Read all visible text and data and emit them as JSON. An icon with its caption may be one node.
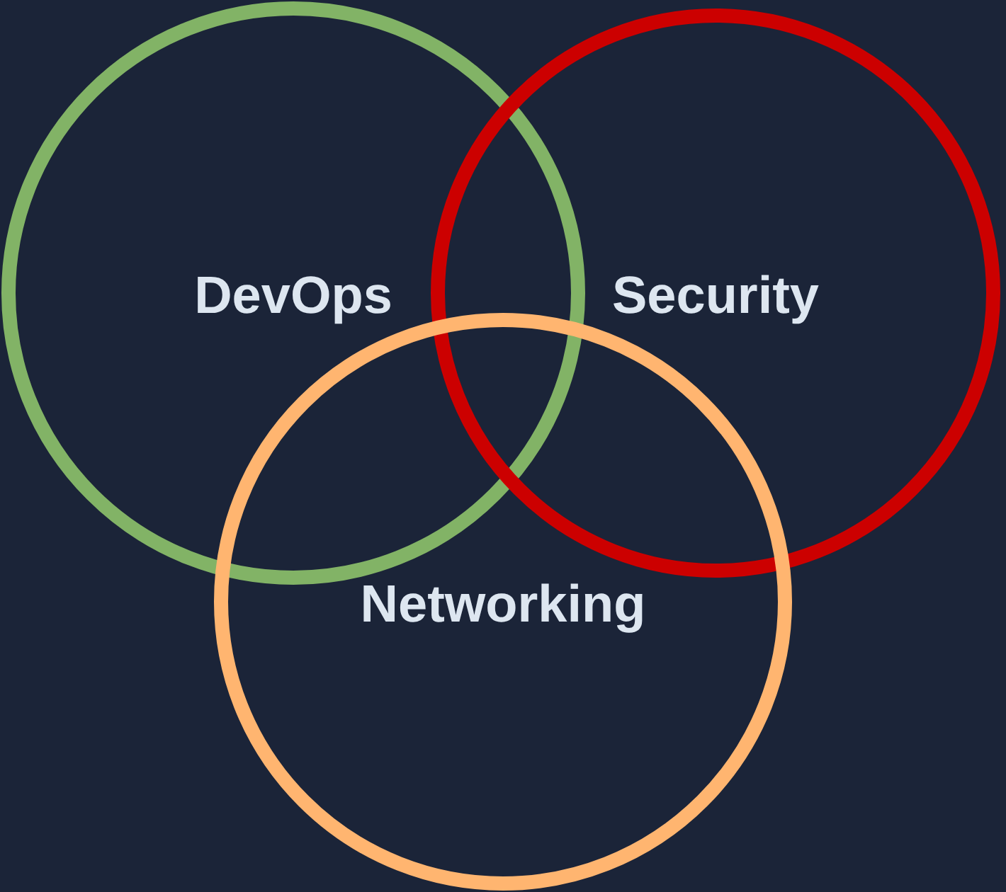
{
  "diagram": {
    "nodes": [
      {
        "text": [
          "DevOps"
        ]
      },
      {
        "text": [
          "Security"
        ]
      },
      {
        "text": [
          "Networking"
        ]
      }
    ]
  }
}
